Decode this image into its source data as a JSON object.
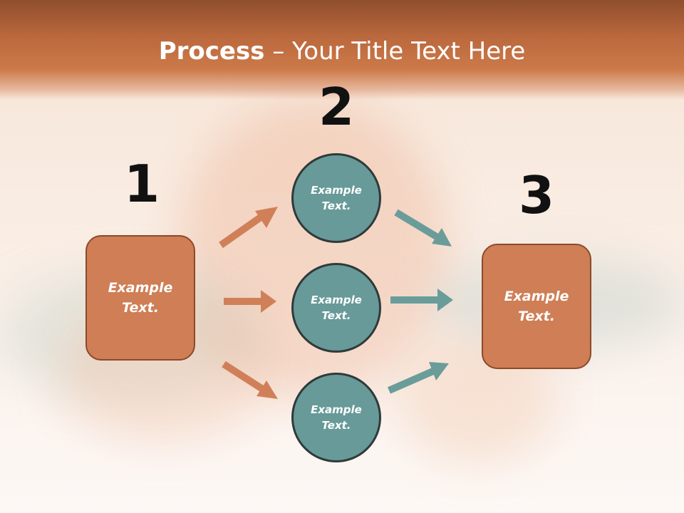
{
  "title": {
    "bold": "Process",
    "rest": " – Your Title Text Here"
  },
  "numbers": [
    "1",
    "2",
    "3"
  ],
  "left_box": {
    "text": "Example\nText."
  },
  "circles": [
    {
      "text": "Example\nText."
    },
    {
      "text": "Example\nText."
    },
    {
      "text": "Example\nText."
    }
  ],
  "right_box": {
    "text": "Example\nText."
  },
  "colors": {
    "header": "#b9673c",
    "box_fill": "#cf7e55",
    "box_border": "#8c4a2a",
    "circle_fill": "#679a98",
    "arrow_orange": "#d08058",
    "arrow_teal": "#6a9c9a"
  },
  "icons": {
    "arrow": "arrow-right-icon"
  }
}
